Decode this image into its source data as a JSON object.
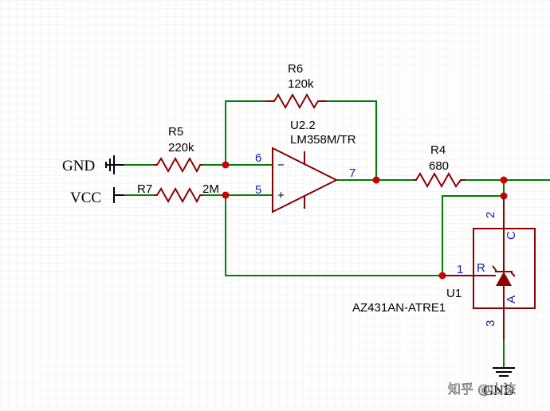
{
  "nets": {
    "gnd_left": "GND",
    "vcc": "VCC",
    "gnd_bottom": "GND"
  },
  "resistors": {
    "r6": {
      "ref": "R6",
      "value": "120k"
    },
    "r5": {
      "ref": "R5",
      "value": "220k"
    },
    "r7": {
      "ref": "R7",
      "value": "2M"
    },
    "r4": {
      "ref": "R4",
      "value": "680"
    }
  },
  "opamp": {
    "ref": "U2.2",
    "part": "LM358M/TR",
    "pin_inv": "6",
    "pin_noninv": "5",
    "pin_out": "7",
    "minus": "−",
    "plus": "+"
  },
  "shunt": {
    "ref": "U1",
    "part": "AZ431AN-ATRE1",
    "pin_ref": "1",
    "pin_cathode": "2",
    "pin_anode": "3",
    "label_r": "R",
    "label_c": "C",
    "label_a": "A"
  },
  "watermark": "知乎 @山沫",
  "colors": {
    "wire": "#008000",
    "symbol": "#8b0000",
    "pin_text": "#1a1aa8",
    "junction": "#cc0000",
    "grid": "#e6e6e6"
  }
}
